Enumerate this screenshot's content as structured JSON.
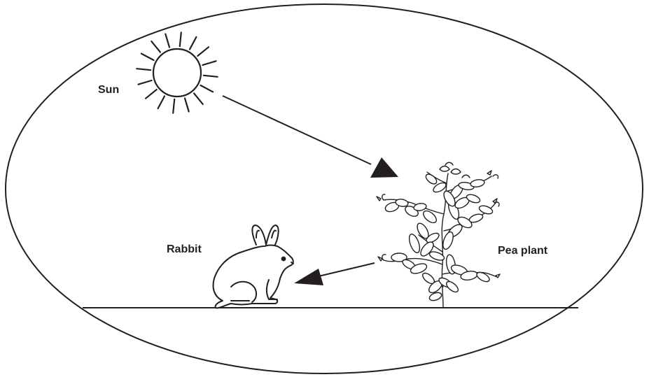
{
  "labels": {
    "sun": "Sun",
    "rabbit": "Rabbit",
    "pea_plant": "Pea plant"
  },
  "colors": {
    "ink": "#231f20",
    "background": "#ffffff"
  },
  "icons": {
    "sun": "sun-icon",
    "plant": "pea-plant-icon",
    "rabbit": "rabbit-icon"
  }
}
